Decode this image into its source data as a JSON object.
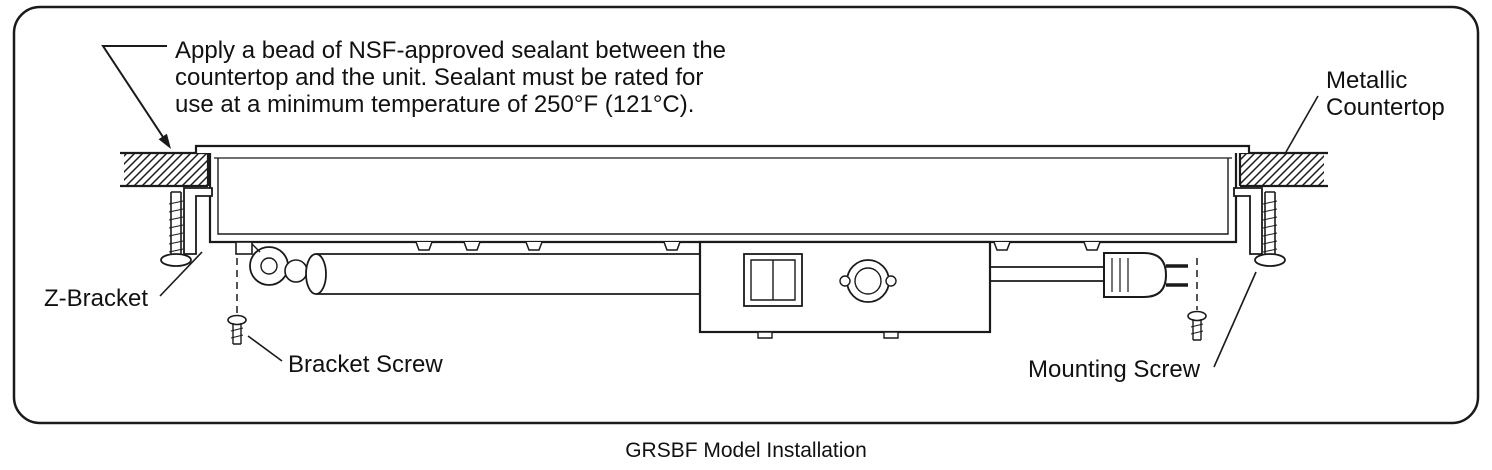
{
  "caption": "GRSBF Model Installation",
  "labels": {
    "sealant_note_line1": "Apply a bead of NSF-approved sealant between the",
    "sealant_note_line2": "countertop and the unit. Sealant must be rated for",
    "sealant_note_line3": "use at a minimum temperature of 250°F (121°C).",
    "metallic_countertop_line1": "Metallic",
    "metallic_countertop_line2": "Countertop",
    "z_bracket": "Z-Bracket",
    "bracket_screw": "Bracket Screw",
    "mounting_screw": "Mounting Screw"
  },
  "colors": {
    "ink": "#1a1a1a",
    "background": "#ffffff"
  }
}
